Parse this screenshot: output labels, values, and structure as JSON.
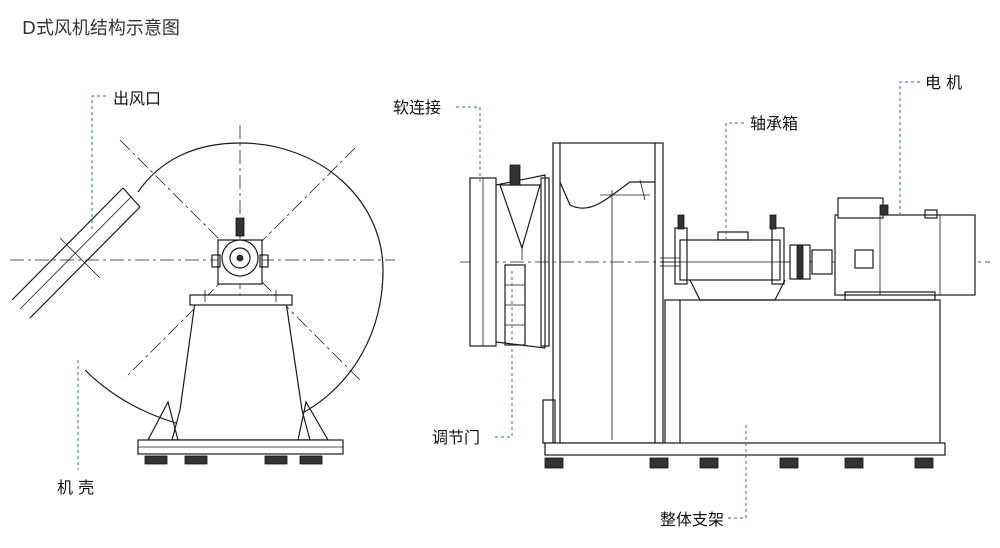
{
  "title": "D式风机结构示意图",
  "labels": {
    "outlet": "出风口",
    "casing": "机 壳",
    "soft_joint": "软连接",
    "damper": "调节门",
    "bearing_box": "轴承箱",
    "motor": "电 机",
    "base_frame": "整体支架"
  },
  "colors": {
    "leader": "#2a6fb0",
    "line": "#1a1a1a"
  }
}
